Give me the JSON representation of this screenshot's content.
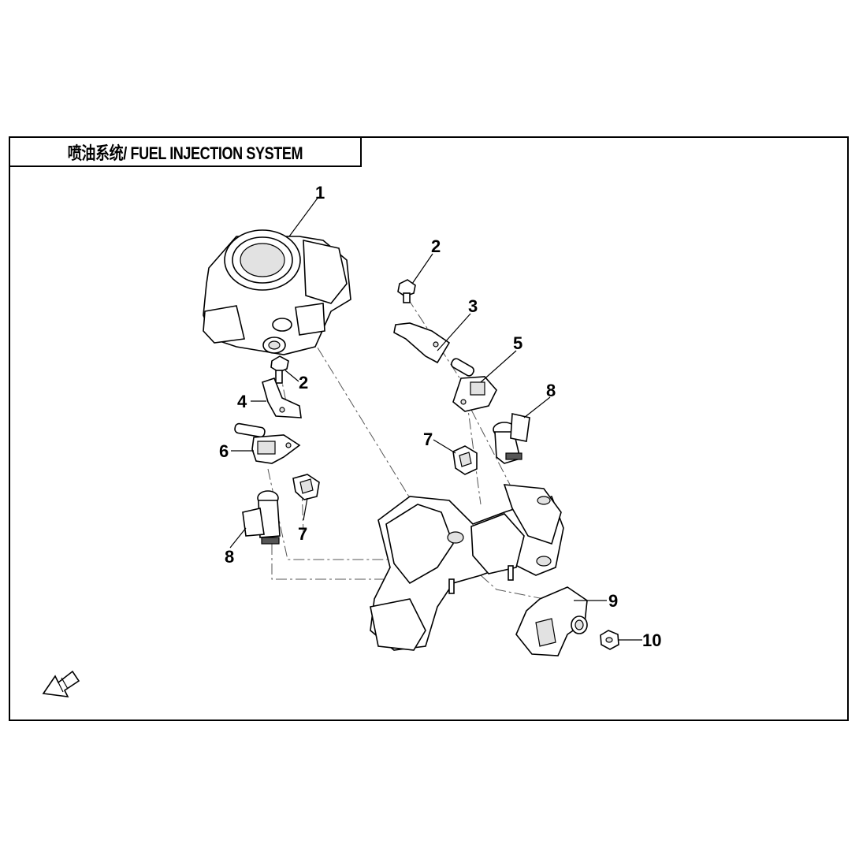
{
  "title": "喷油系统/ FUEL INJECTION SYSTEM",
  "callouts": {
    "c1": "1",
    "c2a": "2",
    "c2b": "2",
    "c3": "3",
    "c4": "4",
    "c5": "5",
    "c6": "6",
    "c7a": "7",
    "c7b": "7",
    "c8a": "8",
    "c8b": "8",
    "c9": "9",
    "c10": "10"
  },
  "parts": [
    {
      "ref": "1",
      "icon": "throttle-body"
    },
    {
      "ref": "2",
      "icon": "bolt"
    },
    {
      "ref": "3",
      "icon": "bracket"
    },
    {
      "ref": "4",
      "icon": "bracket"
    },
    {
      "ref": "5",
      "icon": "fuel-rail-connector"
    },
    {
      "ref": "6",
      "icon": "fuel-rail-connector"
    },
    {
      "ref": "7",
      "icon": "clip"
    },
    {
      "ref": "8",
      "icon": "fuel-injector"
    },
    {
      "ref": "9",
      "icon": "sensor"
    },
    {
      "ref": "10",
      "icon": "nut"
    }
  ],
  "front_indicator": "front-arrow-icon"
}
